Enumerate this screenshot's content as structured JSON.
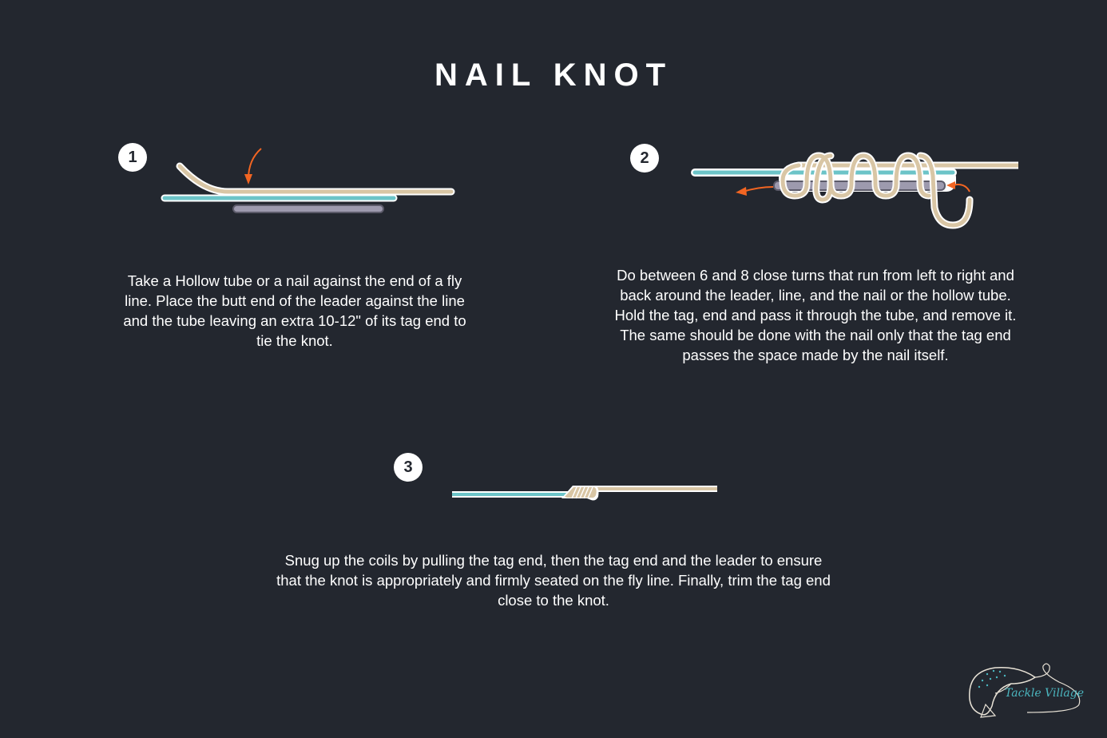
{
  "title": "NAIL KNOT",
  "colors": {
    "background": "#23272f",
    "leader_line": "#d9c6a5",
    "fly_line": "#6cc4c8",
    "tube": "#9d9aae",
    "arrow": "#f26522",
    "outline": "#ffffff"
  },
  "steps": [
    {
      "number": "1",
      "illustration": "leader-on-line-with-tube",
      "text": "Take a Hollow tube or a nail against the end of a fly line. Place the butt end of the leader against the line and the tube leaving an extra 10-12\" of its tag end to tie the knot."
    },
    {
      "number": "2",
      "illustration": "coils-around-tube",
      "text": "Do between 6 and 8 close turns that run from left to right and back around the leader, line, and the nail or the hollow tube. Hold the tag, end and pass it through the tube, and remove it. The same should be done with the nail only that the tag end passes the space made by the nail itself."
    },
    {
      "number": "3",
      "illustration": "finished-knot",
      "text": "Snug up the coils by pulling the tag end, then the tag end and the leader to ensure that the knot is appropriately and firmly seated on the fly line. Finally, trim the tag end close to the knot."
    }
  ],
  "logo": {
    "text": "Tackle Village",
    "icon": "trout-fish-icon"
  }
}
